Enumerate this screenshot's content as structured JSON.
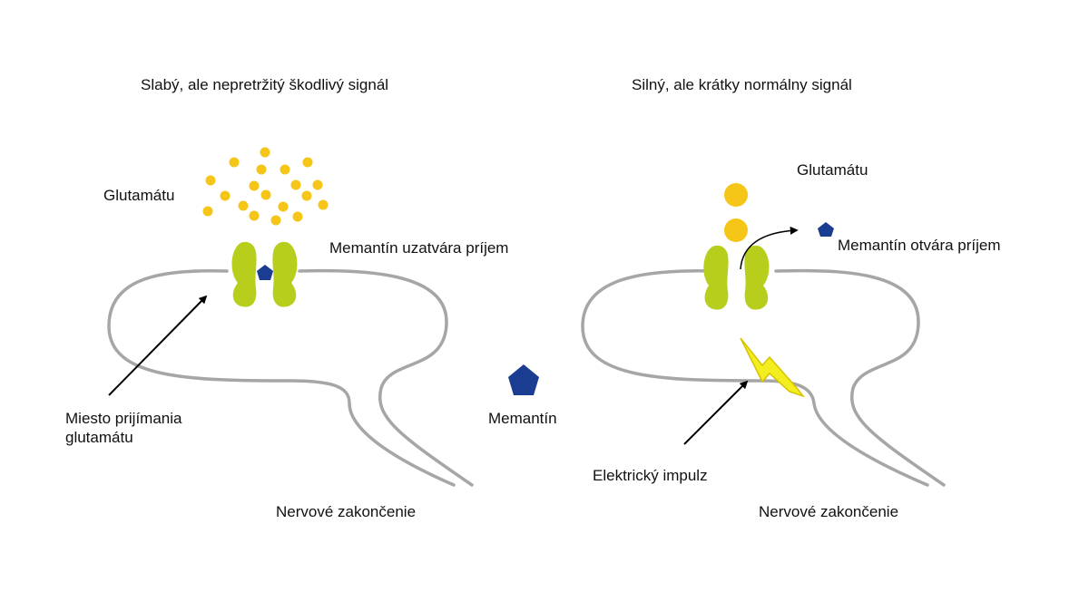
{
  "left_panel": {
    "title": "Slabý, ale nepretržitý škodlivý signál",
    "glutamate_label": "Glutamátu",
    "memantine_action": "Memantín uzatvára príjem",
    "site_label_line1": "Miesto prijímania",
    "site_label_line2": "glutamátu",
    "nerve_label": "Nervové zakončenie"
  },
  "legend": {
    "memantine_label": "Memantín"
  },
  "right_panel": {
    "title": "Silný, ale krátky normálny signál",
    "glutamate_label": "Glutamátu",
    "memantine_action": "Memantín otvára príjem",
    "impulse_label": "Elektrický impulz",
    "nerve_label": "Nervové zakončenie"
  },
  "colors": {
    "glutamate": "#f5c518",
    "receptor": "#b7cf1c",
    "memantine": "#1a3d91",
    "membrane": "#a6a6a6",
    "lightning": "#f2ee1f",
    "lightning_outline": "#d8c200",
    "arrow": "#000000"
  }
}
